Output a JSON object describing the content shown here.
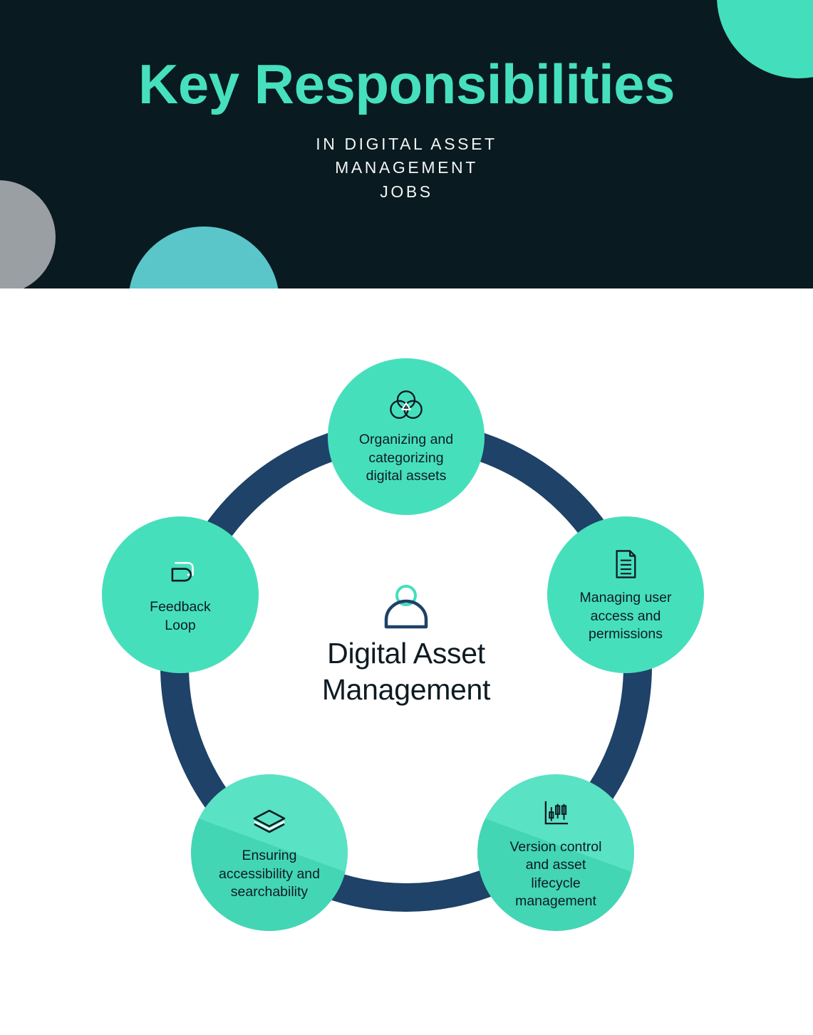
{
  "header": {
    "title": "Key Responsibilities",
    "subtitle_lines": [
      "IN DIGITAL ASSET",
      "MANAGEMENT",
      "JOBS"
    ],
    "title_color": "#46E0BE",
    "background_color": "#091A20",
    "subtitle_color": "#F2F4F5",
    "decorations": [
      {
        "name": "green-circle-top-right",
        "color": "#43DFBC"
      },
      {
        "name": "gray-circle-left",
        "color": "#9A9FA3"
      },
      {
        "name": "teal-circle-bottom",
        "color": "#5AC6C9"
      }
    ]
  },
  "center": {
    "icon": "person-icon",
    "title_lines": [
      "Digital Asset",
      "Management"
    ],
    "text_color": "#0E1B23",
    "icon_head_color": "#43DFBC",
    "icon_body_color": "#1E4268"
  },
  "ring": {
    "color": "#1E4268",
    "thickness": 40,
    "radius": 345
  },
  "node_color": "#46DFBC",
  "nodes": [
    {
      "id": "top",
      "icon": "venn-circles-icon",
      "label_lines": [
        "Organizing and",
        "categorizing",
        "digital assets"
      ],
      "label": "Organizing and categorizing digital assets"
    },
    {
      "id": "right",
      "icon": "document-icon",
      "label_lines": [
        "Managing user",
        "access and",
        "permissions"
      ],
      "label": "Managing user access and permissions"
    },
    {
      "id": "bottom-right",
      "icon": "candlestick-chart-icon",
      "label_lines": [
        "Version control",
        "and asset",
        "lifecycle",
        "management"
      ],
      "label": "Version control and asset lifecycle management"
    },
    {
      "id": "bottom-left",
      "icon": "layers-icon",
      "label_lines": [
        "Ensuring",
        "accessibility and",
        "searchability"
      ],
      "label": "Ensuring accessibility and searchability"
    },
    {
      "id": "left",
      "icon": "chat-bubbles-icon",
      "label_lines": [
        "Feedback",
        "Loop"
      ],
      "label": "Feedback Loop"
    }
  ]
}
